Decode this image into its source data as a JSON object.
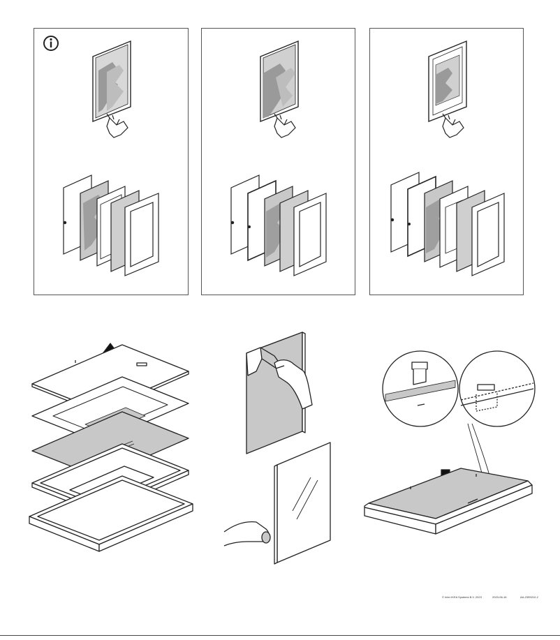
{
  "footer": {
    "copyright": "© Inter IKEA Systems B.V. 2023",
    "date": "2023-06-16",
    "article_number": "AA-2399210-2"
  },
  "icons": {
    "info": "info-icon",
    "arrow_up": "arrow-up-icon",
    "arrow_down": "arrow-down-icon",
    "hand": "hand-icon"
  },
  "colors": {
    "line": "#222222",
    "gray_fill": "#c8c8c8",
    "light_gray": "#e6e6e6",
    "panel_border": "#555555"
  }
}
